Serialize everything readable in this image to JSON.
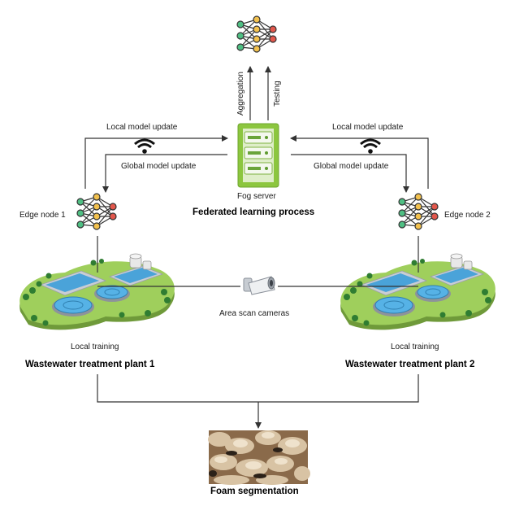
{
  "labels": {
    "aggregation": "Aggregation",
    "testing": "Testing",
    "local_model_update_left": "Local model update",
    "local_model_update_right": "Local model update",
    "global_model_update_left": "Global model update",
    "global_model_update_right": "Global model update",
    "fog_server": "Fog server",
    "federated_learning_process": "Federated learning process",
    "edge_node_1": "Edge node 1",
    "edge_node_2": "Edge node 2",
    "area_scan_cameras": "Area scan cameras",
    "local_training_1": "Local training",
    "local_training_2": "Local training",
    "plant_1": "Wastewater treatment plant 1",
    "plant_2": "Wastewater treatment plant 2",
    "foam_segmentation": "Foam segmentation"
  },
  "colors": {
    "node_green": "#4fbf83",
    "node_yellow": "#f2c14e",
    "node_red": "#e2574c",
    "server_green": "#8cc63f",
    "line": "#333333"
  },
  "icons": [
    "neural-network-icon",
    "server-icon",
    "wifi-icon",
    "camera-icon",
    "treatment-plant-illustration",
    "foam-image"
  ]
}
